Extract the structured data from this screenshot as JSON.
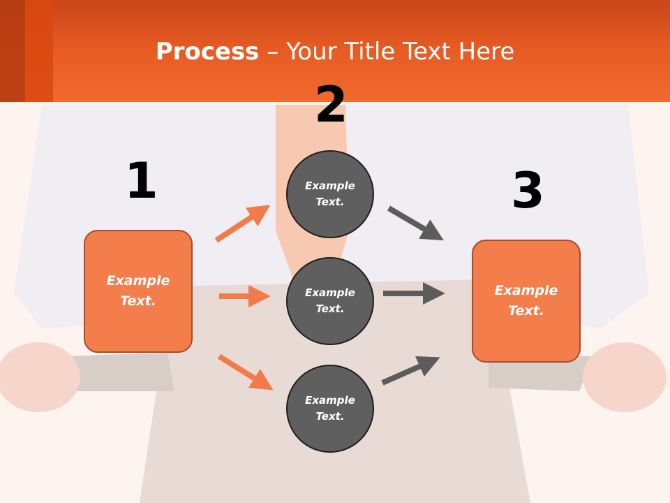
{
  "slide": {
    "title_bold": "Process",
    "title_rest": " – Your Title Text Here"
  },
  "steps": {
    "step1_number": "1",
    "step2_number": "2",
    "step3_number": "3"
  },
  "nodes": {
    "left_box": "Example\nText.",
    "circle_top": "Example\nText.",
    "circle_mid": "Example\nText.",
    "circle_bottom": "Example\nText.",
    "right_box": "Example\nText."
  },
  "colors": {
    "accent": "#f47d4c",
    "header": "#e55a22",
    "circle": "#5f5f5f",
    "arrow_orange": "#f27a4b",
    "arrow_gray": "#5c5c5c"
  }
}
